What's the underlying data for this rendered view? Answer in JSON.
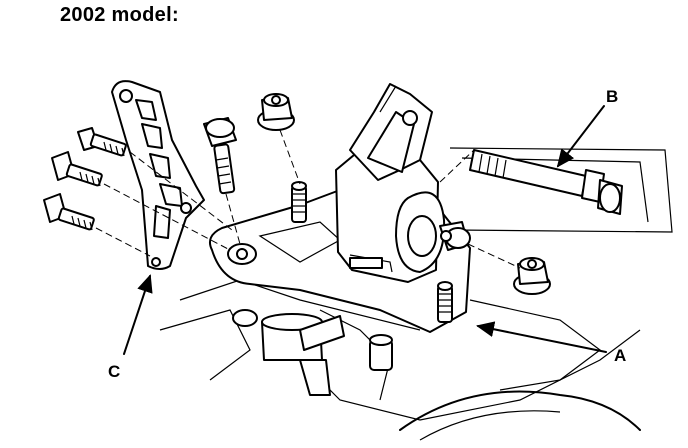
{
  "title": "2002 model:",
  "callouts": {
    "a": "A",
    "b": "B",
    "c": "C"
  },
  "icons": [
    "engine-mount-bracket",
    "bolt",
    "flange-nut",
    "long-through-bolt",
    "stud"
  ]
}
